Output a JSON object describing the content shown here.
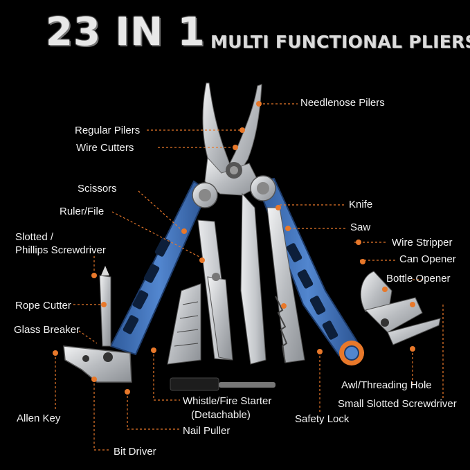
{
  "headline": {
    "count": "23 IN 1",
    "subtitle": "MULTI FUNCTIONAL PLIERS"
  },
  "colors": {
    "accent": "#e8782a",
    "handle": "#3f6fb5",
    "steel": "#c9ccd0",
    "background": "#000000"
  },
  "labels": {
    "needlenose": "Needlenose Pilers",
    "regular": "Regular Pilers",
    "wire_cutters": "Wire Cutters",
    "scissors": "Scissors",
    "knife": "Knife",
    "ruler_file": "Ruler/File",
    "saw": "Saw",
    "slotted_line1": "Slotted /",
    "slotted_line2": "Phillips Screwdriver",
    "wire_stripper": "Wire Stripper",
    "can_opener": "Can Opener",
    "bottle_opener": "Bottle Opener",
    "rope_cutter": "Rope Cutter",
    "glass_breaker": "Glass Breaker",
    "whistle_line1": "Whistle/Fire Starter",
    "whistle_line2": "(Detachable)",
    "awl": "Awl/Threading Hole",
    "small_slotted": "Small Slotted Screwdriver",
    "allen_key": "Allen Key",
    "safety_lock": "Safety Lock",
    "nail_puller": "Nail Puller",
    "bit_driver": "Bit Driver"
  }
}
